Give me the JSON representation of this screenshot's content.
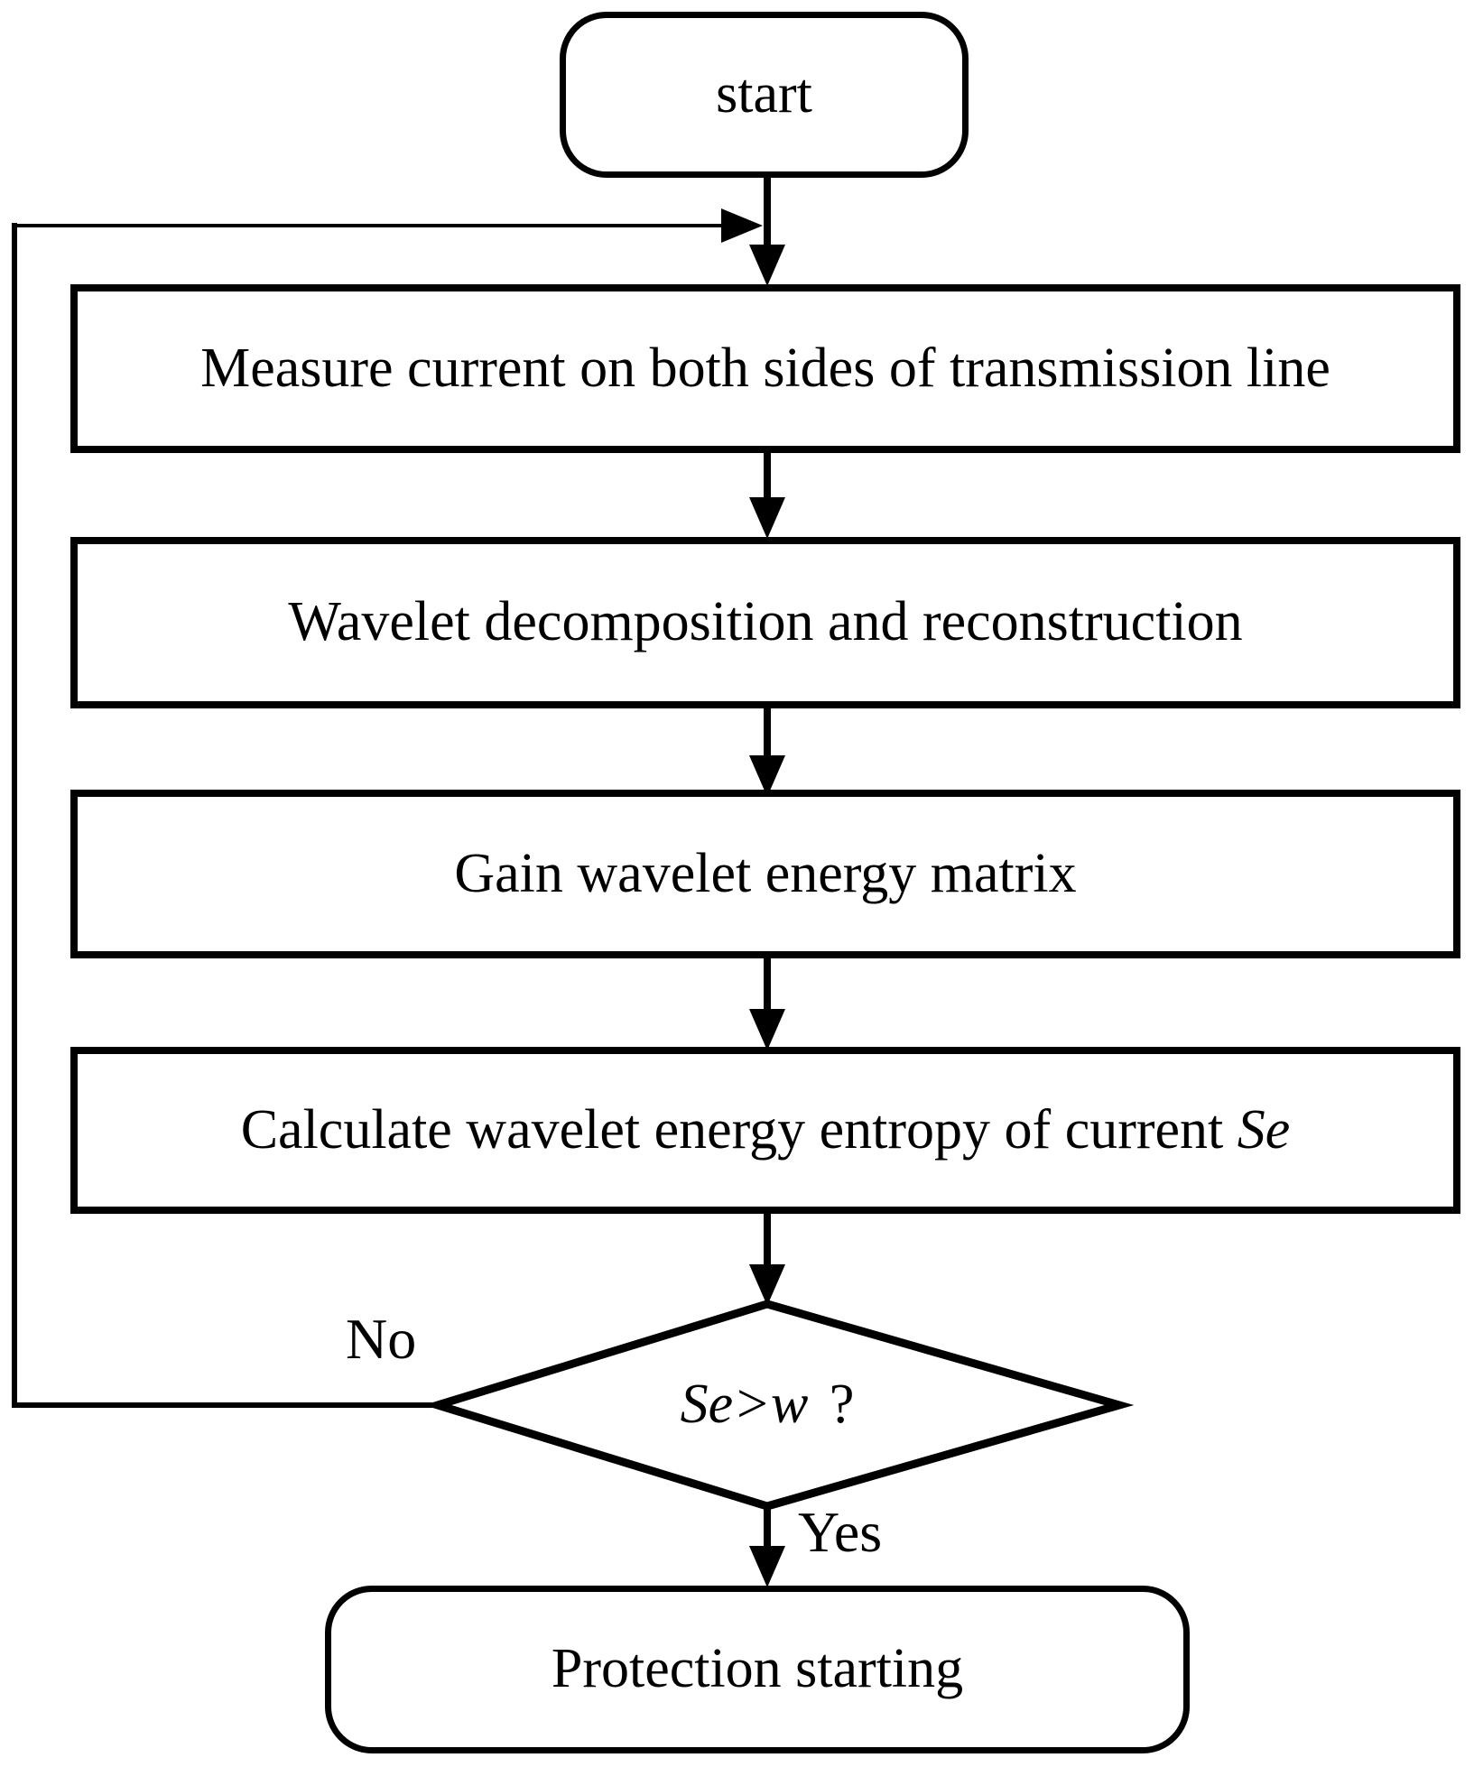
{
  "colors": {
    "stroke": "#000000",
    "background": "#ffffff"
  },
  "nodes": {
    "start": {
      "label": "start"
    },
    "measure": {
      "label": "Measure current on both sides of transmission line"
    },
    "wavelet": {
      "label": "Wavelet decomposition and reconstruction"
    },
    "matrix": {
      "label": "Gain wavelet energy matrix"
    },
    "entropy": {
      "label": "Calculate wavelet energy entropy of current ",
      "variable": "Se"
    },
    "decision": {
      "expression": "Se>w",
      "question_mark": "?"
    },
    "protection": {
      "label": "Protection starting"
    }
  },
  "branch_labels": {
    "no": "No",
    "yes": "Yes"
  }
}
